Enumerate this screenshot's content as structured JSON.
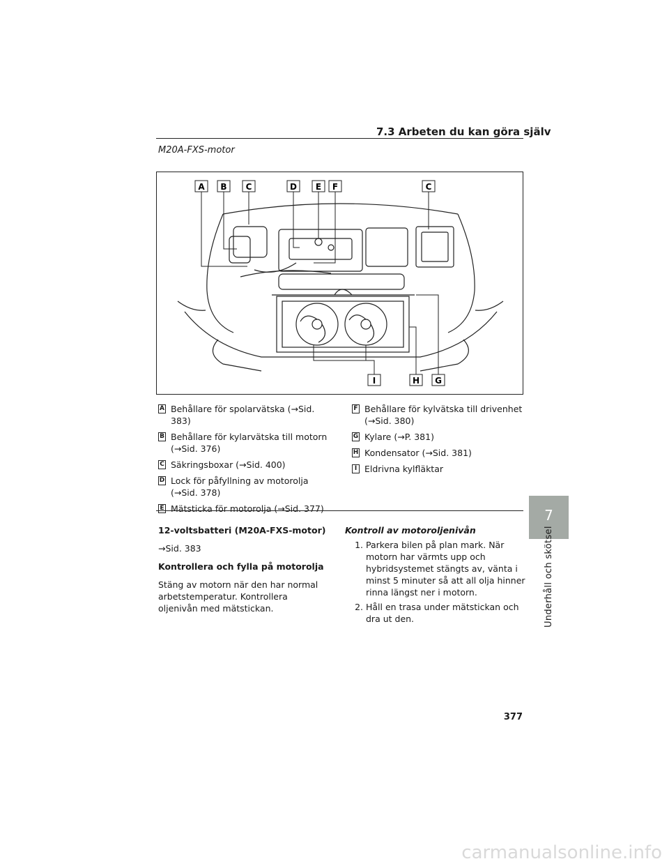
{
  "header": {
    "title": "7.3  Arbeten du kan göra själv"
  },
  "figure": {
    "caption": "M20A-FXS-motor",
    "top_labels": [
      "A",
      "B",
      "C",
      "D",
      "E",
      "F",
      "C"
    ],
    "bottom_labels": [
      "I",
      "H",
      "G"
    ]
  },
  "legend": {
    "left": [
      {
        "badge": "A",
        "text": "Behållare för spolarvätska (→Sid. 383)"
      },
      {
        "badge": "B",
        "text": "Behållare för kylarvätska till motorn (→Sid. 376)"
      },
      {
        "badge": "C",
        "text": "Säkringsboxar (→Sid. 400)"
      },
      {
        "badge": "D",
        "text": "Lock för påfyllning av motorolja (→Sid. 378)"
      },
      {
        "badge": "E",
        "text": "Mätsticka för motorolja (→Sid. 377)"
      }
    ],
    "right": [
      {
        "badge": "F",
        "text": "Behållare för kylvätska till drivenhet (→Sid. 380)"
      },
      {
        "badge": "G",
        "text": "Kylare (→P. 381)"
      },
      {
        "badge": "H",
        "text": "Kondensator (→Sid. 381)"
      },
      {
        "badge": "I",
        "text": "Eldrivna kylfläktar"
      }
    ]
  },
  "left_column": {
    "battery_heading": "12-voltsbatteri (M20A-FXS-motor)",
    "battery_ref": "→Sid. 383",
    "oil_heading": "Kontrollera och fylla på motorolja",
    "oil_text": "Stäng av motorn när den har normal arbetstemperatur. Kontrollera oljenivån med mätstickan."
  },
  "right_column": {
    "subheading": "Kontroll av motoroljenivån",
    "steps": [
      {
        "num": "1.",
        "text": "Parkera bilen på plan mark. När motorn har värmts upp och hybridsystemet stängts av, vänta i minst 5 minuter så att all olja hinner rinna längst ner i motorn."
      },
      {
        "num": "2.",
        "text": "Håll en trasa under mätstickan och dra ut den."
      }
    ]
  },
  "side_tab": {
    "number": "7",
    "label": "Underhåll och skötsel"
  },
  "page_number": "377",
  "watermark": "carmanualsonline.info",
  "colors": {
    "tab": "#a4aaa5",
    "ink": "#1a1a1a"
  }
}
